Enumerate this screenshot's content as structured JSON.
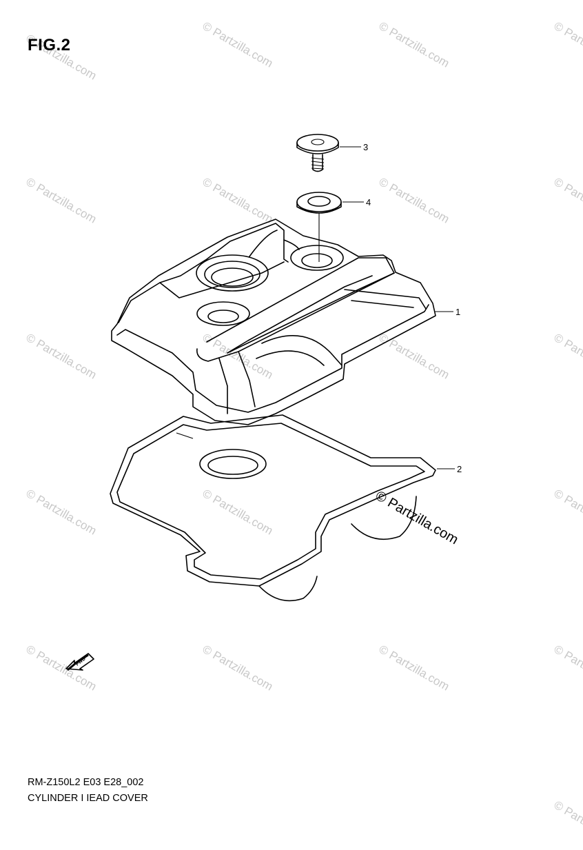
{
  "figure": {
    "title": "FIG.2"
  },
  "callouts": [
    {
      "id": "3",
      "label": "3",
      "part": "bolt"
    },
    {
      "id": "4",
      "label": "4",
      "part": "washer"
    },
    {
      "id": "1",
      "label": "1",
      "part": "cylinder-head-cover"
    },
    {
      "id": "2",
      "label": "2",
      "part": "gasket"
    }
  ],
  "front_arrow": {
    "label": "FWD",
    "icon": "front-arrow-icon"
  },
  "footer": {
    "code": "RM-Z150L2 E03 E28_002",
    "name": "CYLINDER I IEAD COVER"
  },
  "watermark": {
    "text": "© Partzilla.com",
    "main_text": "© Partzilla.com"
  }
}
